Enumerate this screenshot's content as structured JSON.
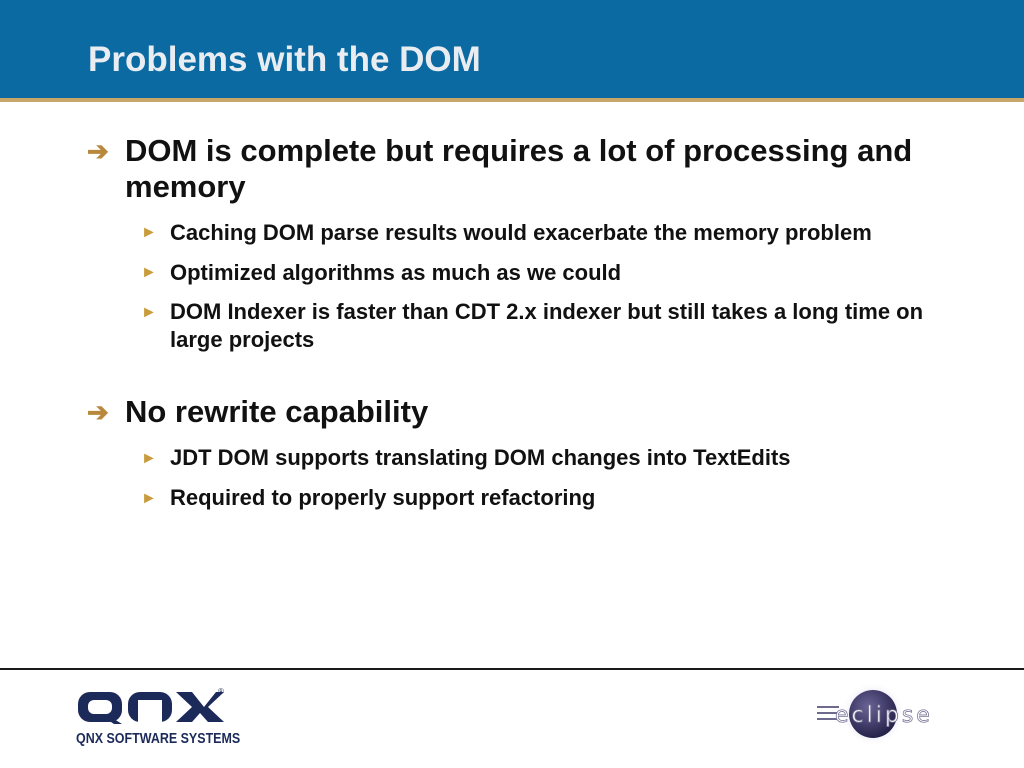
{
  "slide": {
    "title": "Problems with the DOM"
  },
  "bullets": [
    {
      "text": "DOM is complete but requires a lot of processing and memory",
      "sub": [
        "Caching DOM parse results would exacerbate the memory problem",
        "Optimized algorithms as much as we could",
        "DOM Indexer is faster than CDT 2.x indexer but still takes a long time on large projects"
      ]
    },
    {
      "text": "No rewrite capability",
      "sub": [
        "JDT DOM supports translating DOM changes into TextEdits",
        "Required to properly support refactoring"
      ]
    }
  ],
  "icons": {
    "level1_bullet": "arrow-right-icon",
    "level2_bullet": "triangle-right-icon"
  },
  "footer": {
    "qnx_logo_text": "QNX",
    "qnx_registered": "®",
    "qnx_tagline": "QNX SOFTWARE SYSTEMS",
    "eclipse_logo_text": "eclipse"
  },
  "colors": {
    "header_bg": "#0a6aa1",
    "header_rule": "#c7a66a",
    "title_text": "#e9edf2",
    "bullet_arrow": "#b8893c",
    "qnx_navy": "#1c2a5a"
  }
}
